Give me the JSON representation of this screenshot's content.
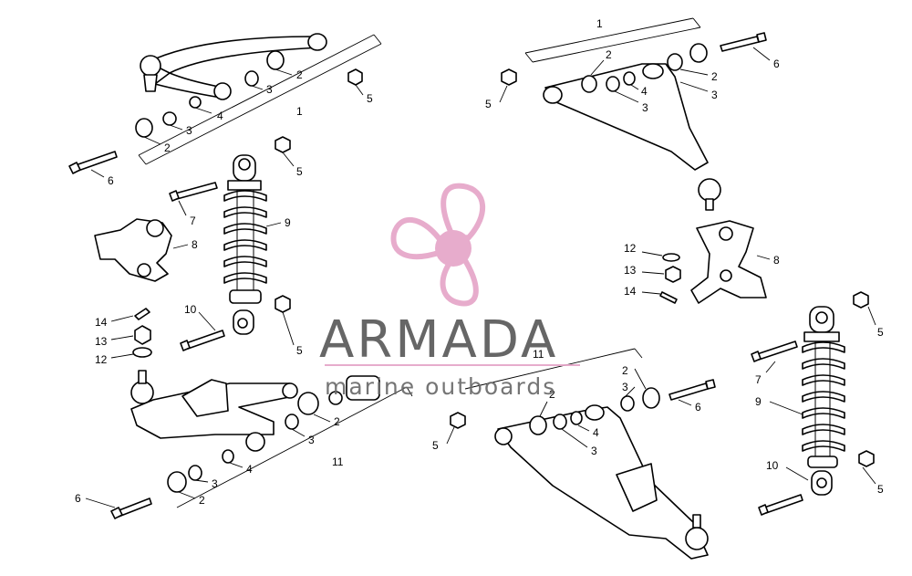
{
  "callouts": {
    "upper_left_arm": "1",
    "washer_ula_a": "2",
    "washer_ula_b": "2",
    "bushing_ula_a": "3",
    "bushing_ula_b": "3",
    "sleeve_ula": "4",
    "nut_ula": "5",
    "bolt_ula": "6",
    "shock_l_bolt": "7",
    "shock_l_nut_top": "5",
    "shock_l_spring": "9",
    "shock_l_bolt_bottom": "10",
    "shock_l_nut_bottom": "5",
    "knuckle_l": "8",
    "cotter_l": "14",
    "castle_nut_l": "13",
    "washer_l": "12",
    "lower_left_arm": "11",
    "washer_lla_a": "2",
    "washer_lla_b": "2",
    "bushing_lla_a": "3",
    "bushing_lla_b": "3",
    "sleeve_lla": "4",
    "bolt_lla": "6",
    "upper_right_arm": "1",
    "washer_ura_a": "2",
    "washer_ura_b": "2",
    "bushing_ura_a": "3",
    "bushing_ura_b": "3",
    "sleeve_ura": "4",
    "nut_ura": "5",
    "bolt_ura": "6",
    "knuckle_r": "8",
    "washer_r": "12",
    "castle_nut_r": "13",
    "cotter_r": "14",
    "lower_right_arm": "11",
    "washer_lra_a": "2",
    "washer_lra_b": "2",
    "bushing_lra_a": "3",
    "bushing_lra_b": "3",
    "sleeve_lra": "4",
    "nut_lra": "5",
    "bolt_lra": "6",
    "shock_r_nut_top": "5",
    "shock_r_bolt": "7",
    "shock_r_spring": "9",
    "shock_r_bolt_bottom": "10",
    "shock_r_nut_bottom": "5"
  },
  "watermark": {
    "brand": "ARMADA",
    "tagline": "marine outboards",
    "logo_color": "#e5a6c8"
  }
}
